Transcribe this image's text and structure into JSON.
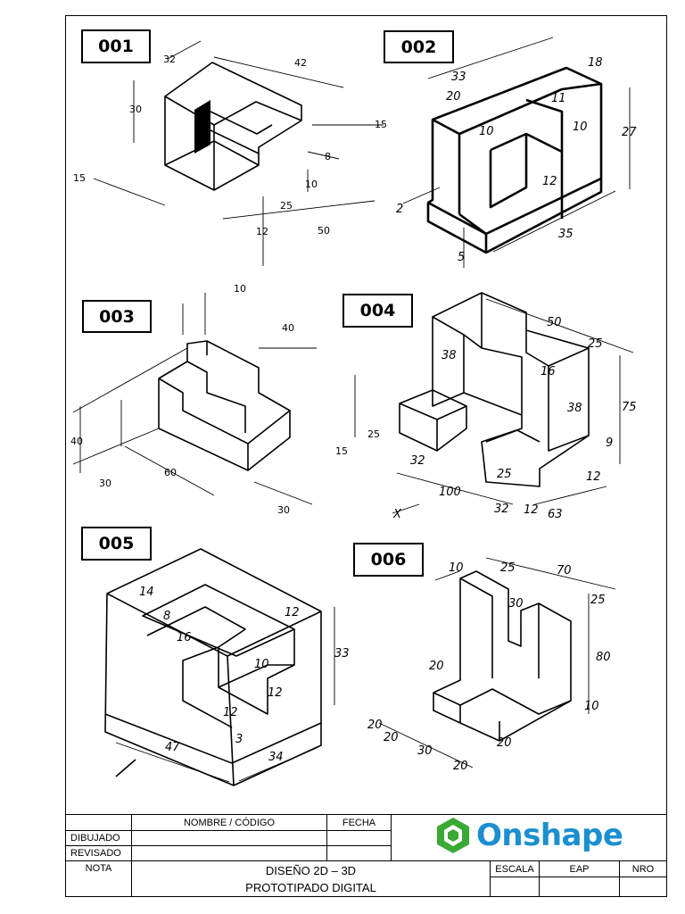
{
  "figures": [
    {
      "id": "001",
      "dims": [
        "32",
        "42",
        "30",
        "15",
        "8",
        "15",
        "10",
        "25",
        "12",
        "50"
      ]
    },
    {
      "id": "002",
      "dims": [
        "33",
        "18",
        "20",
        "11",
        "10",
        "10",
        "27",
        "12",
        "2",
        "5",
        "35"
      ]
    },
    {
      "id": "003",
      "dims": [
        "10",
        "40",
        "40",
        "25",
        "15",
        "30",
        "60",
        "30"
      ]
    },
    {
      "id": "004",
      "dims": [
        "50",
        "25",
        "38",
        "16",
        "38",
        "75",
        "9",
        "32",
        "25",
        "12",
        "100",
        "32",
        "12",
        "63",
        "X"
      ]
    },
    {
      "id": "005",
      "dims": [
        "14",
        "8",
        "12",
        "16",
        "10",
        "33",
        "12",
        "12",
        "3",
        "47",
        "34"
      ]
    },
    {
      "id": "006",
      "dims": [
        "10",
        "25",
        "70",
        "30",
        "25",
        "20",
        "80",
        "10",
        "20",
        "30",
        "20",
        "20",
        "20"
      ]
    }
  ],
  "title_block": {
    "nombre_codigo": "NOMBRE / CÓDIGO",
    "fecha": "FECHA",
    "dibujado": "DIBUJADO",
    "revisado": "REVISADO",
    "nota": "NOTA",
    "title_line1": "DISEÑO 2D – 3D",
    "title_line2": "PROTOTIPADO DIGITAL",
    "escala": "ESCALA",
    "eap": "EAP",
    "nro": "NRO",
    "logo_text": "Onshape",
    "logo_icon": "onshape-hexagon-icon",
    "logo_colors": {
      "green": "#3aa935",
      "blue": "#1b8fcf"
    }
  }
}
